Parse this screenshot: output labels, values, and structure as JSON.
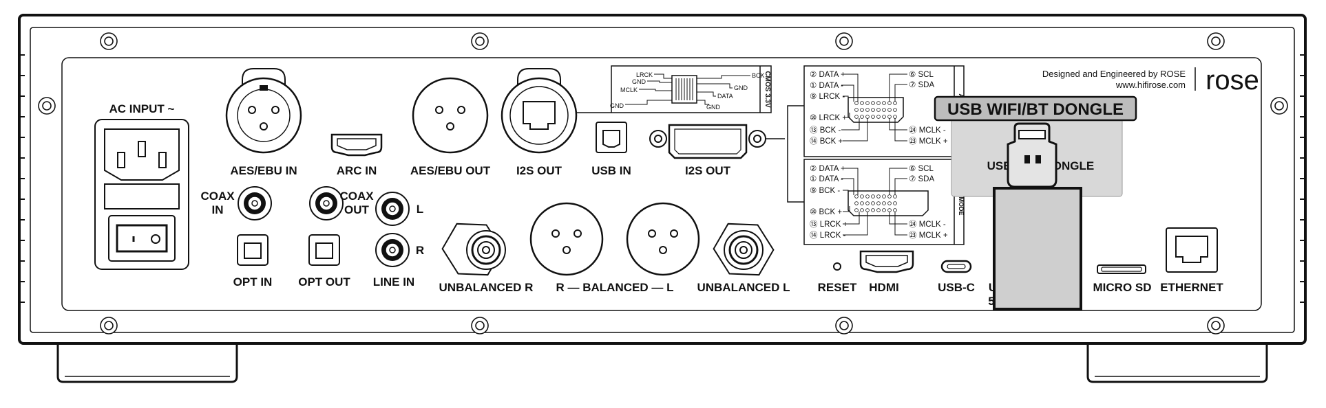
{
  "brand": {
    "tagline": "Designed and Engineered by ROSE",
    "website": "www.hifirose.com",
    "logo": "rose"
  },
  "connectors": {
    "ac_input": "AC INPUT ~",
    "aes_ebu_in": "AES/EBU IN",
    "arc_in": "ARC IN",
    "aes_ebu_out": "AES/EBU OUT",
    "i2s_out_rj45": "I2S OUT",
    "usb_in": "USB IN",
    "i2s_out_dvi": "I2S OUT",
    "coax_in_1": "COAX",
    "coax_in_2": "IN",
    "coax_out_1": "COAX",
    "coax_out_2": "OUT",
    "line_l": "L",
    "line_r": "R",
    "opt_in": "OPT IN",
    "opt_out": "OPT OUT",
    "line_in": "LINE IN",
    "unbalanced_r": "UNBALANCED R",
    "balanced": "R — BALANCED — L",
    "unbalanced_l": "UNBALANCED L",
    "reset": "RESET",
    "hdmi": "HDMI",
    "usb_c": "USB-C",
    "usb_partial_1": "U",
    "usb_partial_2": "5",
    "micro_sd": "MICRO SD",
    "ethernet": "ETHERNET"
  },
  "cmos_box": {
    "title": "CMOS 3.3V",
    "lrck": "LRCK",
    "gnd_a": "GND",
    "mclk": "MCLK",
    "gnd_b": "GND",
    "bck": "BCK",
    "gnd_c": "GND",
    "data": "DATA",
    "gnd_d": "GND"
  },
  "pinout_a": {
    "left": [
      "② DATA +",
      "① DATA -",
      "⑨ LRCK -",
      "⑩ LRCK +",
      "⑬ BCK -",
      "⑭ BCK +"
    ],
    "right": [
      "⑥ SCL",
      "⑦ SDA",
      "㉔ MCLK -",
      "㉓ MCLK +"
    ],
    "side": "A"
  },
  "pinout_b": {
    "left": [
      "② DATA +",
      "① DATA -",
      "⑨ BCK -",
      "⑩ BCK +",
      "⑬ LRCK +",
      "⑭ LRCK -"
    ],
    "right": [
      "⑥ SCL",
      "⑦ SDA",
      "㉔ MCLK -",
      "㉓ MCLK +"
    ],
    "side": "MODE"
  },
  "dongle": {
    "callout": "USB WIFI/BT DONGLE",
    "panel_left": "USB W",
    "panel_right": "ONGLE"
  },
  "colors": {
    "line": "#111111",
    "panel": "#ffffff",
    "dongle_fill": "#cfcfcf",
    "callout_fill": "#bdbdbd"
  }
}
